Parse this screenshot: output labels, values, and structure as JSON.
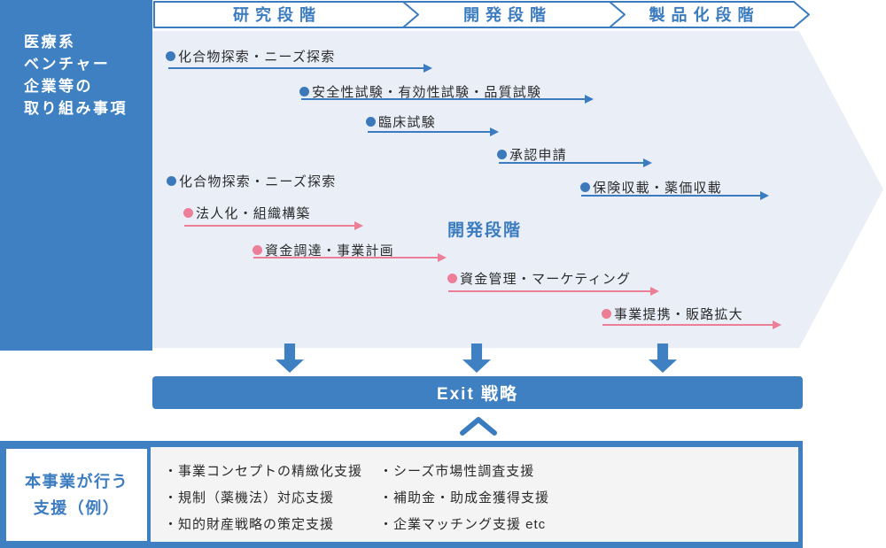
{
  "colors": {
    "primary_blue": "#3E80C1",
    "line_blue": "#3B7CC0",
    "light_blue_bg": "#E9EEF7",
    "pink": "#ED7E97",
    "gray_panel": "#F4F4F5"
  },
  "sidebar": {
    "lines": [
      "医療系",
      "ベンチャー",
      "企業等の",
      "取り組み事項"
    ]
  },
  "header": {
    "stages": [
      {
        "label": "研究段階"
      },
      {
        "label": "開発段階"
      },
      {
        "label": "製品化段階"
      }
    ]
  },
  "diagram": {
    "dev_stage_label": "開発段階",
    "tasks": [
      {
        "label": "化合物探索・ニーズ探索",
        "color": "blue"
      },
      {
        "label": "安全性試験・有効性試験・品質試験",
        "color": "blue"
      },
      {
        "label": "臨床試験",
        "color": "blue"
      },
      {
        "label": "承認申請",
        "color": "blue"
      },
      {
        "label": "保険収載・薬価収載",
        "color": "blue"
      },
      {
        "label": "化合物探索・ニーズ探索",
        "color": "blue",
        "arrow": false
      },
      {
        "label": "法人化・組織構築",
        "color": "pink"
      },
      {
        "label": "資金調達・事業計画",
        "color": "pink"
      },
      {
        "label": "資金管理・マーケティング",
        "color": "pink"
      },
      {
        "label": "事業提携・販路拡大",
        "color": "pink"
      }
    ]
  },
  "exit_bar": {
    "label": "Exit 戦略"
  },
  "support": {
    "title_lines": [
      "本事業が行う",
      "支援（例）"
    ],
    "columns": [
      [
        "・事業コンセプトの精緻化支援",
        "・規制（薬機法）対応支援",
        "・知的財産戦略の策定支援"
      ],
      [
        "・シーズ市場性調査支援",
        "・補助金・助成金獲得支援",
        "・企業マッチング支援 etc"
      ]
    ]
  }
}
